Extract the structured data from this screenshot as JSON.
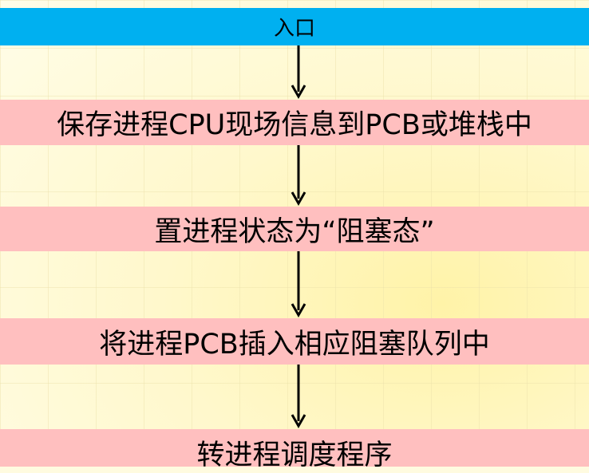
{
  "diagram": {
    "entry": "入口",
    "steps": [
      "保存进程CPU现场信息到PCB或堆栈中",
      "置进程状态为“阻塞态”",
      "将进程PCB插入相应阻塞队列中",
      "转进程调度程序"
    ]
  },
  "colors": {
    "entry_bar": "#00b0f0",
    "step_bar": "#ffbfbf",
    "arrow": "#000000",
    "background": "#fffbe0"
  }
}
